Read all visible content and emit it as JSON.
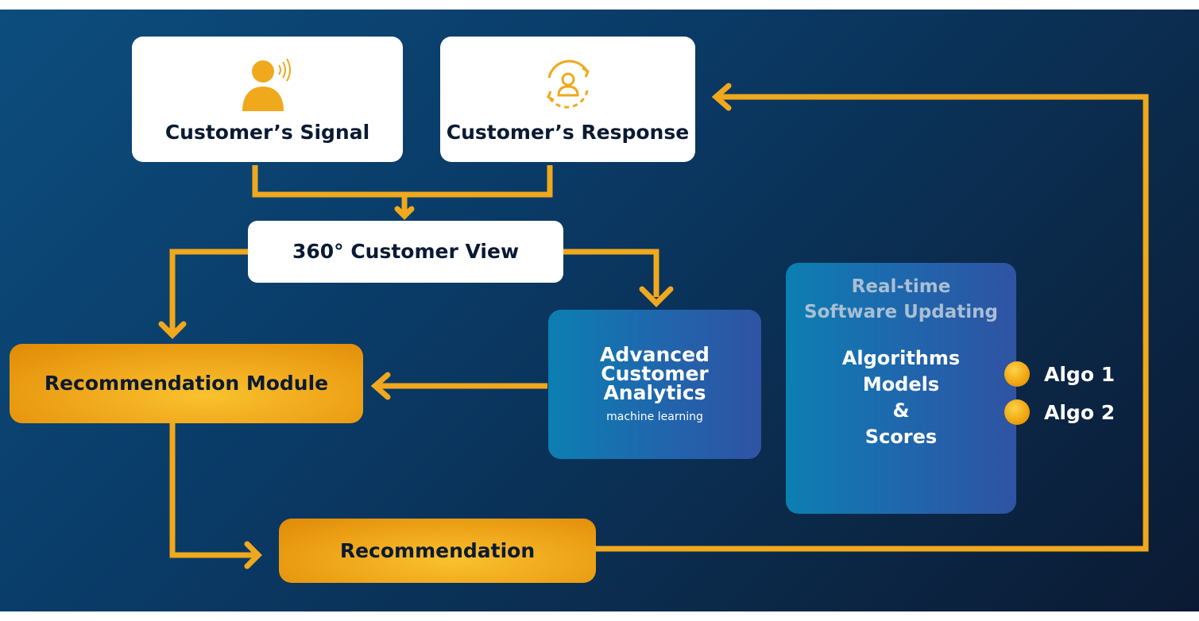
{
  "nodes": {
    "signal": {
      "label": "Customer’s Signal",
      "icon": "person-speaking-icon"
    },
    "response": {
      "label": "Customer’s Response",
      "icon": "person-cycle-icon"
    },
    "view360": {
      "label": "360° Customer View"
    },
    "recommendation_module": {
      "label": "Recommendation Module"
    },
    "analytics": {
      "title_lines": [
        "Advanced",
        "Customer",
        "Analytics"
      ],
      "subtitle": "machine learning"
    },
    "realtime": {
      "title_lines": [
        "Real-time",
        "Software Updating"
      ],
      "body_lines": [
        "Algorithms",
        "Models",
        "&",
        "Scores"
      ]
    },
    "recommendation": {
      "label": "Recommendation"
    }
  },
  "algos": [
    "Algo 1",
    "Algo 2"
  ],
  "colors": {
    "accent": "#f0a81c",
    "background_dark": "#0b1a33",
    "background_light": "#0c4d7e",
    "box_blue": "#1f67ad",
    "muted_title": "#a9bfd3"
  }
}
